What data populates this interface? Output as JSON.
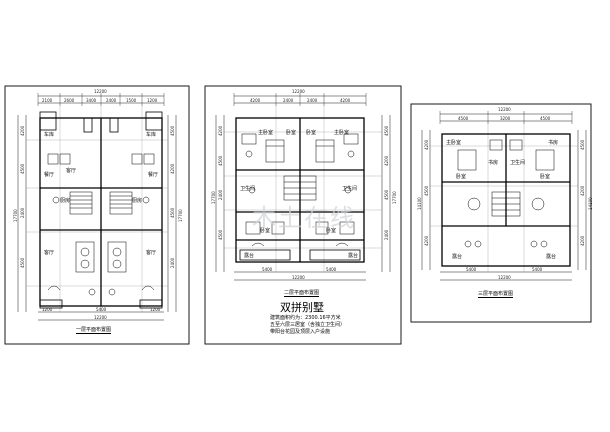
{
  "colors": {
    "line": "#1a1a1a",
    "wall": "#000000",
    "paper": "#ffffff",
    "watermark": "#cfd3d6"
  },
  "watermark": {
    "text": "木土在线"
  },
  "panel1": {
    "top_dims": [
      "12200",
      "2100",
      "2600",
      "3400",
      "2400",
      "1500",
      "1200"
    ],
    "left_dims": [
      "17700",
      "4200",
      "4500",
      "2400",
      "4500"
    ],
    "right_dims": [
      "17700",
      "4500",
      "4200",
      "4500",
      "2400"
    ],
    "bottom_dims": [
      "1200",
      "5400",
      "1200",
      "12200"
    ],
    "rooms": [
      "车库",
      "客厅",
      "餐厅",
      "厨房",
      "厨房",
      "客厅",
      "餐厅",
      "车库",
      "客厅"
    ],
    "title": "一层平面布置图"
  },
  "panel2": {
    "top_dims": [
      "12200",
      "4200",
      "2400",
      "2400",
      "4200"
    ],
    "left_dims": [
      "17700",
      "4200",
      "4500",
      "2400",
      "4500"
    ],
    "right_dims": [
      "17700",
      "4500",
      "4200",
      "4500",
      "2400"
    ],
    "bottom_dims": [
      "5400",
      "5400",
      "12200"
    ],
    "rooms": [
      "主卧室",
      "卧室",
      "卧室",
      "主卧室",
      "卫生间",
      "卫生间",
      "卧室",
      "卧室",
      "露台",
      "露台"
    ],
    "title": "二层平面布置图",
    "big_title": "双拼别墅",
    "notes": [
      "建筑面积约为：2300.16平方米",
      "五至六层三居室（含独立卫生间）",
      "带阳台花园及顶层入户设施"
    ]
  },
  "panel3": {
    "top_dims": [
      "12200",
      "4500",
      "3200",
      "4500"
    ],
    "left_dims": [
      "14100",
      "4200",
      "4500",
      "4200"
    ],
    "right_dims": [
      "14100",
      "4500",
      "4200",
      "4200"
    ],
    "bottom_dims": [
      "5400",
      "5400",
      "12200"
    ],
    "rooms": [
      "主卧室",
      "书房",
      "卫生间",
      "卧室",
      "卧室",
      "书房",
      "露台",
      "露台"
    ],
    "title": "三层平面布置图"
  }
}
